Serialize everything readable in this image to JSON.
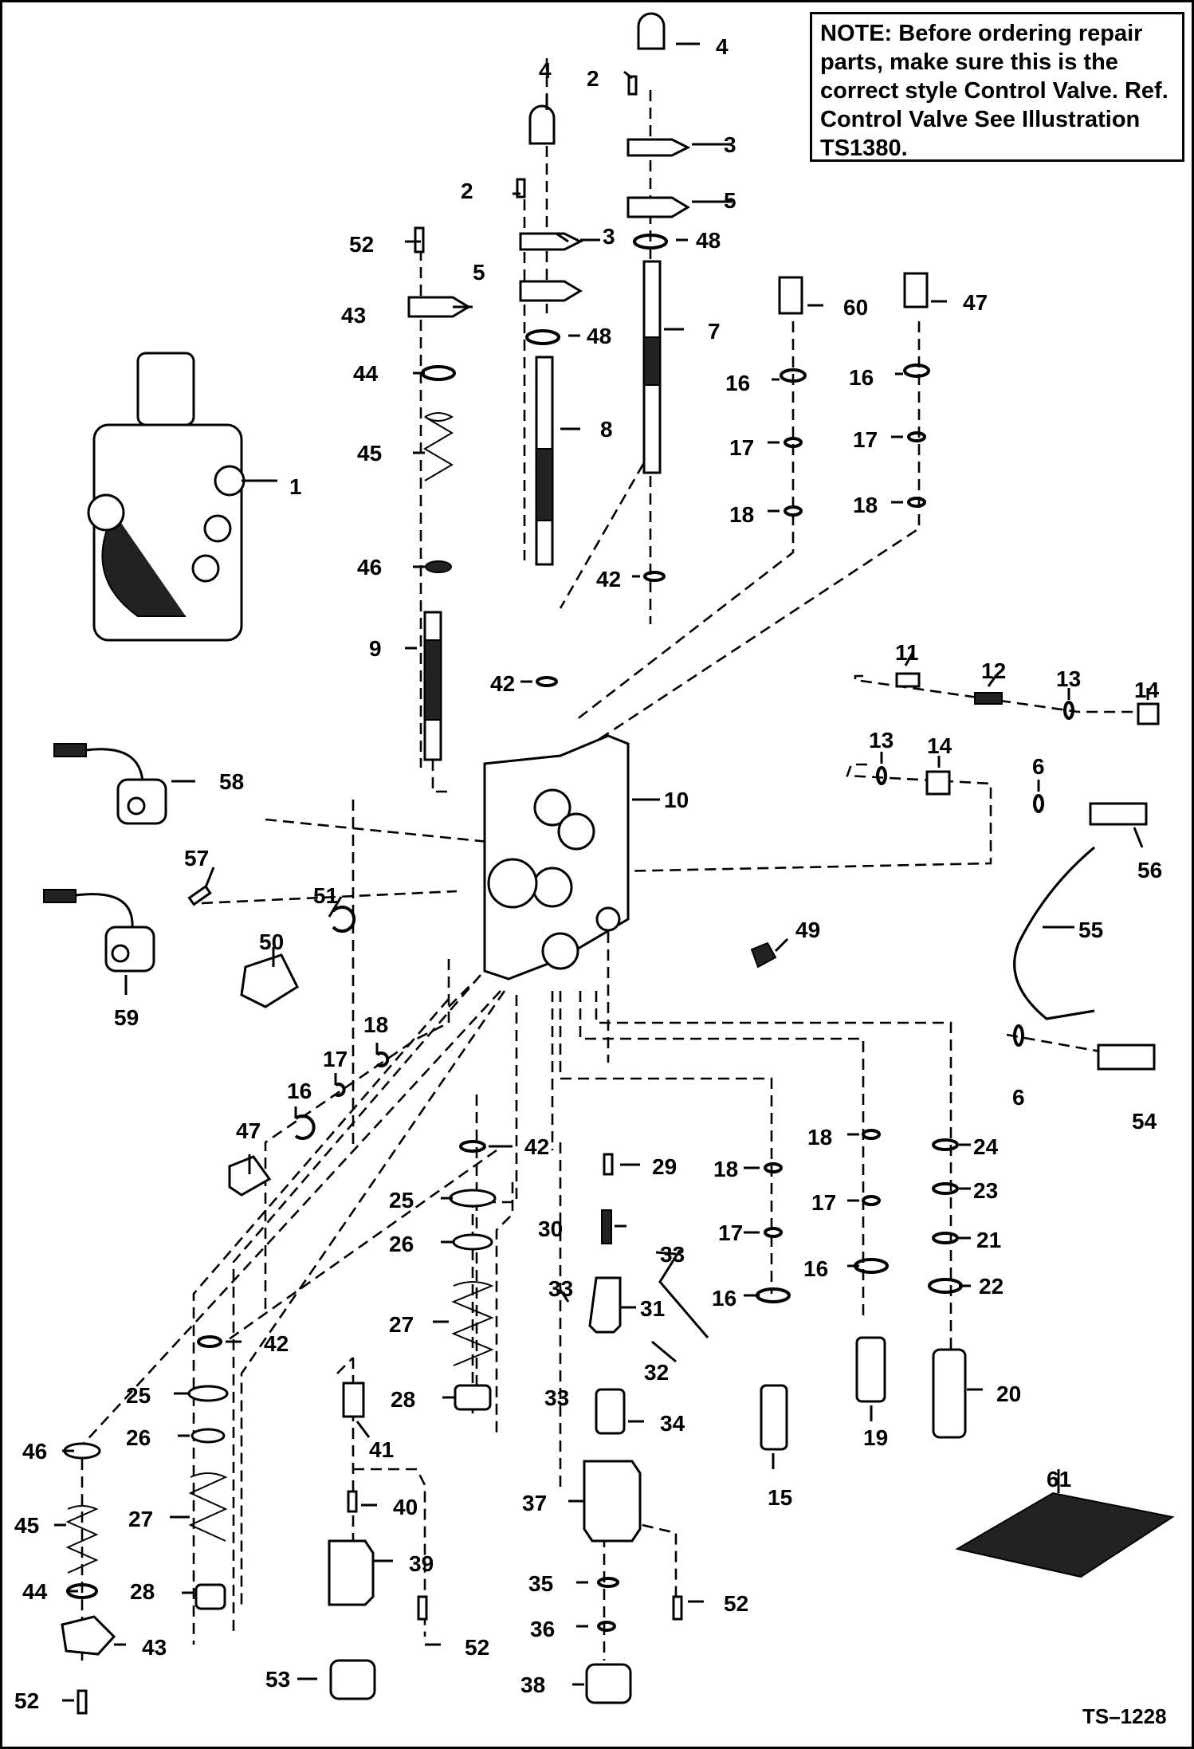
{
  "note": {
    "text": "NOTE: Before ordering repair\nparts, make sure this is the\ncorrect style Control Valve. Ref.\nControl Valve See Illustration\nTS1380."
  },
  "figure_id": "TS–1228",
  "callouts": [
    {
      "id": "c-4a",
      "label": "4"
    },
    {
      "id": "c-4b",
      "label": "4"
    },
    {
      "id": "c-2a",
      "label": "2"
    },
    {
      "id": "c-2b",
      "label": "2"
    },
    {
      "id": "c-3a",
      "label": "3"
    },
    {
      "id": "c-3b",
      "label": "3"
    },
    {
      "id": "c-5a",
      "label": "5"
    },
    {
      "id": "c-5b",
      "label": "5"
    },
    {
      "id": "c-48a",
      "label": "48"
    },
    {
      "id": "c-48b",
      "label": "48"
    },
    {
      "id": "c-52a",
      "label": "52"
    },
    {
      "id": "c-43a",
      "label": "43"
    },
    {
      "id": "c-7",
      "label": "7"
    },
    {
      "id": "c-60",
      "label": "60"
    },
    {
      "id": "c-47a",
      "label": "47"
    },
    {
      "id": "c-44a",
      "label": "44"
    },
    {
      "id": "c-8",
      "label": "8"
    },
    {
      "id": "c-16a",
      "label": "16"
    },
    {
      "id": "c-16b",
      "label": "16"
    },
    {
      "id": "c-45a",
      "label": "45"
    },
    {
      "id": "c-17a",
      "label": "17"
    },
    {
      "id": "c-17b",
      "label": "17"
    },
    {
      "id": "c-1",
      "label": "1"
    },
    {
      "id": "c-18a",
      "label": "18"
    },
    {
      "id": "c-18b",
      "label": "18"
    },
    {
      "id": "c-46a",
      "label": "46"
    },
    {
      "id": "c-42a",
      "label": "42"
    },
    {
      "id": "c-9",
      "label": "9"
    },
    {
      "id": "c-42b",
      "label": "42"
    },
    {
      "id": "c-11",
      "label": "11"
    },
    {
      "id": "c-12",
      "label": "12"
    },
    {
      "id": "c-13a",
      "label": "13"
    },
    {
      "id": "c-14a",
      "label": "14"
    },
    {
      "id": "c-13b",
      "label": "13"
    },
    {
      "id": "c-14b",
      "label": "14"
    },
    {
      "id": "c-6a",
      "label": "6"
    },
    {
      "id": "c-58",
      "label": "58"
    },
    {
      "id": "c-10",
      "label": "10"
    },
    {
      "id": "c-56",
      "label": "56"
    },
    {
      "id": "c-57",
      "label": "57"
    },
    {
      "id": "c-51",
      "label": "51"
    },
    {
      "id": "c-55",
      "label": "55"
    },
    {
      "id": "c-50",
      "label": "50"
    },
    {
      "id": "c-49",
      "label": "49"
    },
    {
      "id": "c-59",
      "label": "59"
    },
    {
      "id": "c-18c",
      "label": "18"
    },
    {
      "id": "c-17c",
      "label": "17"
    },
    {
      "id": "c-6b",
      "label": "6"
    },
    {
      "id": "c-54",
      "label": "54"
    },
    {
      "id": "c-16c",
      "label": "16"
    },
    {
      "id": "c-47b",
      "label": "47"
    },
    {
      "id": "c-42c",
      "label": "42"
    },
    {
      "id": "c-29",
      "label": "29"
    },
    {
      "id": "c-18d",
      "label": "18"
    },
    {
      "id": "c-18e",
      "label": "18"
    },
    {
      "id": "c-24",
      "label": "24"
    },
    {
      "id": "c-25a",
      "label": "25"
    },
    {
      "id": "c-23",
      "label": "23"
    },
    {
      "id": "c-30",
      "label": "30"
    },
    {
      "id": "c-33a",
      "label": "33"
    },
    {
      "id": "c-17d",
      "label": "17"
    },
    {
      "id": "c-17e",
      "label": "17"
    },
    {
      "id": "c-26a",
      "label": "26"
    },
    {
      "id": "c-21",
      "label": "21"
    },
    {
      "id": "c-16d",
      "label": "16"
    },
    {
      "id": "c-16e",
      "label": "16"
    },
    {
      "id": "c-22",
      "label": "22"
    },
    {
      "id": "c-33b",
      "label": "33"
    },
    {
      "id": "c-31",
      "label": "31"
    },
    {
      "id": "c-27a",
      "label": "27"
    },
    {
      "id": "c-42d",
      "label": "42"
    },
    {
      "id": "c-32",
      "label": "32"
    },
    {
      "id": "c-25b",
      "label": "25"
    },
    {
      "id": "c-33c",
      "label": "33"
    },
    {
      "id": "c-20",
      "label": "20"
    },
    {
      "id": "c-28a",
      "label": "28"
    },
    {
      "id": "c-34",
      "label": "34"
    },
    {
      "id": "c-19",
      "label": "19"
    },
    {
      "id": "c-46b",
      "label": "46"
    },
    {
      "id": "c-26b",
      "label": "26"
    },
    {
      "id": "c-41",
      "label": "41"
    },
    {
      "id": "c-15",
      "label": "15"
    },
    {
      "id": "c-61",
      "label": "61"
    },
    {
      "id": "c-45b",
      "label": "45"
    },
    {
      "id": "c-27b",
      "label": "27"
    },
    {
      "id": "c-40",
      "label": "40"
    },
    {
      "id": "c-37",
      "label": "37"
    },
    {
      "id": "c-39",
      "label": "39"
    },
    {
      "id": "c-44b",
      "label": "44"
    },
    {
      "id": "c-28b",
      "label": "28"
    },
    {
      "id": "c-35",
      "label": "35"
    },
    {
      "id": "c-52b",
      "label": "52"
    },
    {
      "id": "c-43b",
      "label": "43"
    },
    {
      "id": "c-52c",
      "label": "52"
    },
    {
      "id": "c-36",
      "label": "36"
    },
    {
      "id": "c-52d",
      "label": "52"
    },
    {
      "id": "c-53",
      "label": "53"
    },
    {
      "id": "c-38",
      "label": "38"
    }
  ]
}
